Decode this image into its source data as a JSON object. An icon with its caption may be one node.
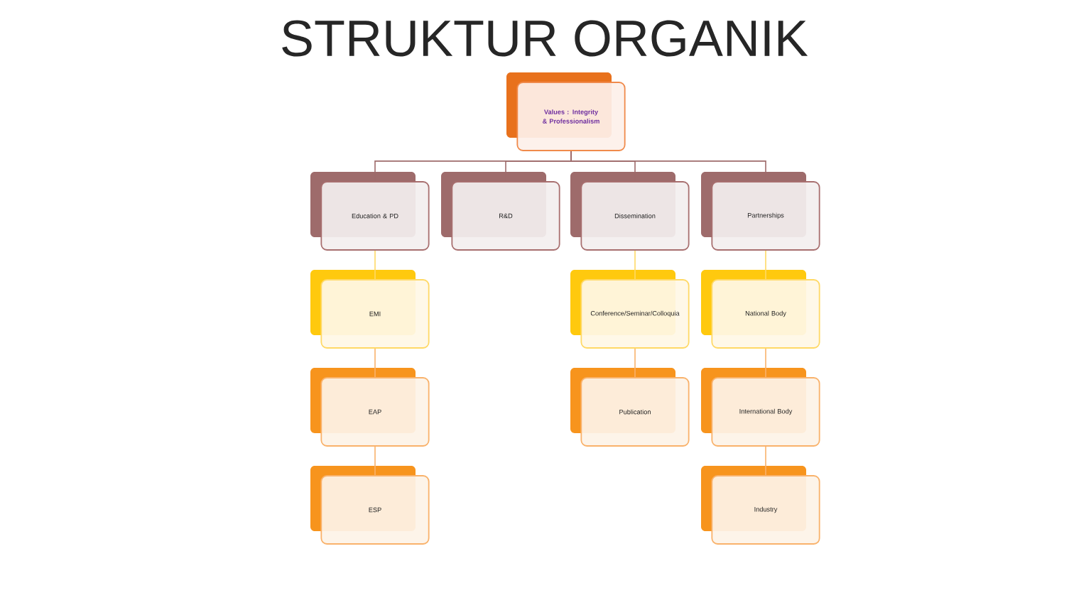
{
  "diagram": {
    "title": "STRUKTUR ORGANIK",
    "nodes": [
      {
        "text": [
          "Values : Integrity & Professionalism"
        ]
      },
      {
        "text": [
          "Education & PD"
        ]
      },
      {
        "text": [
          "R&D"
        ]
      },
      {
        "text": [
          "Dissemination"
        ]
      },
      {
        "text": [
          "Partnerships"
        ]
      },
      {
        "text": [
          "EMI"
        ]
      },
      {
        "text": [
          "Conference/Seminar/Colloquia"
        ]
      },
      {
        "text": [
          "National Body"
        ]
      },
      {
        "text": [
          "EAP"
        ]
      },
      {
        "text": [
          "Publication"
        ]
      },
      {
        "text": [
          "International Body"
        ]
      },
      {
        "text": [
          "ESP"
        ]
      },
      {
        "text": [
          "Industry"
        ]
      }
    ],
    "edges": [
      {
        "from": 0,
        "to": 1,
        "arrow": "none",
        "color": "#9e6b6b"
      },
      {
        "from": 0,
        "to": 2,
        "arrow": "none",
        "color": "#9e6b6b"
      },
      {
        "from": 0,
        "to": 3,
        "arrow": "none",
        "color": "#9e6b6b"
      },
      {
        "from": 0,
        "to": 4,
        "arrow": "none",
        "color": "#9e6b6b"
      },
      {
        "from": 1,
        "to": 5,
        "arrow": "none",
        "color": "#ffd966"
      },
      {
        "from": 3,
        "to": 6,
        "arrow": "none",
        "color": "#ffd966"
      },
      {
        "from": 4,
        "to": 7,
        "arrow": "none",
        "color": "#ffd966"
      },
      {
        "from": 5,
        "to": 8,
        "arrow": "none",
        "color": "#f9b26b"
      },
      {
        "from": 6,
        "to": 9,
        "arrow": "none",
        "color": "#f9b26b"
      },
      {
        "from": 7,
        "to": 10,
        "arrow": "none",
        "color": "#f9b26b"
      },
      {
        "from": 8,
        "to": 11,
        "arrow": "none",
        "color": "#f9b26b"
      },
      {
        "from": 10,
        "to": 12,
        "arrow": "none",
        "color": "#f9b26b"
      }
    ]
  }
}
